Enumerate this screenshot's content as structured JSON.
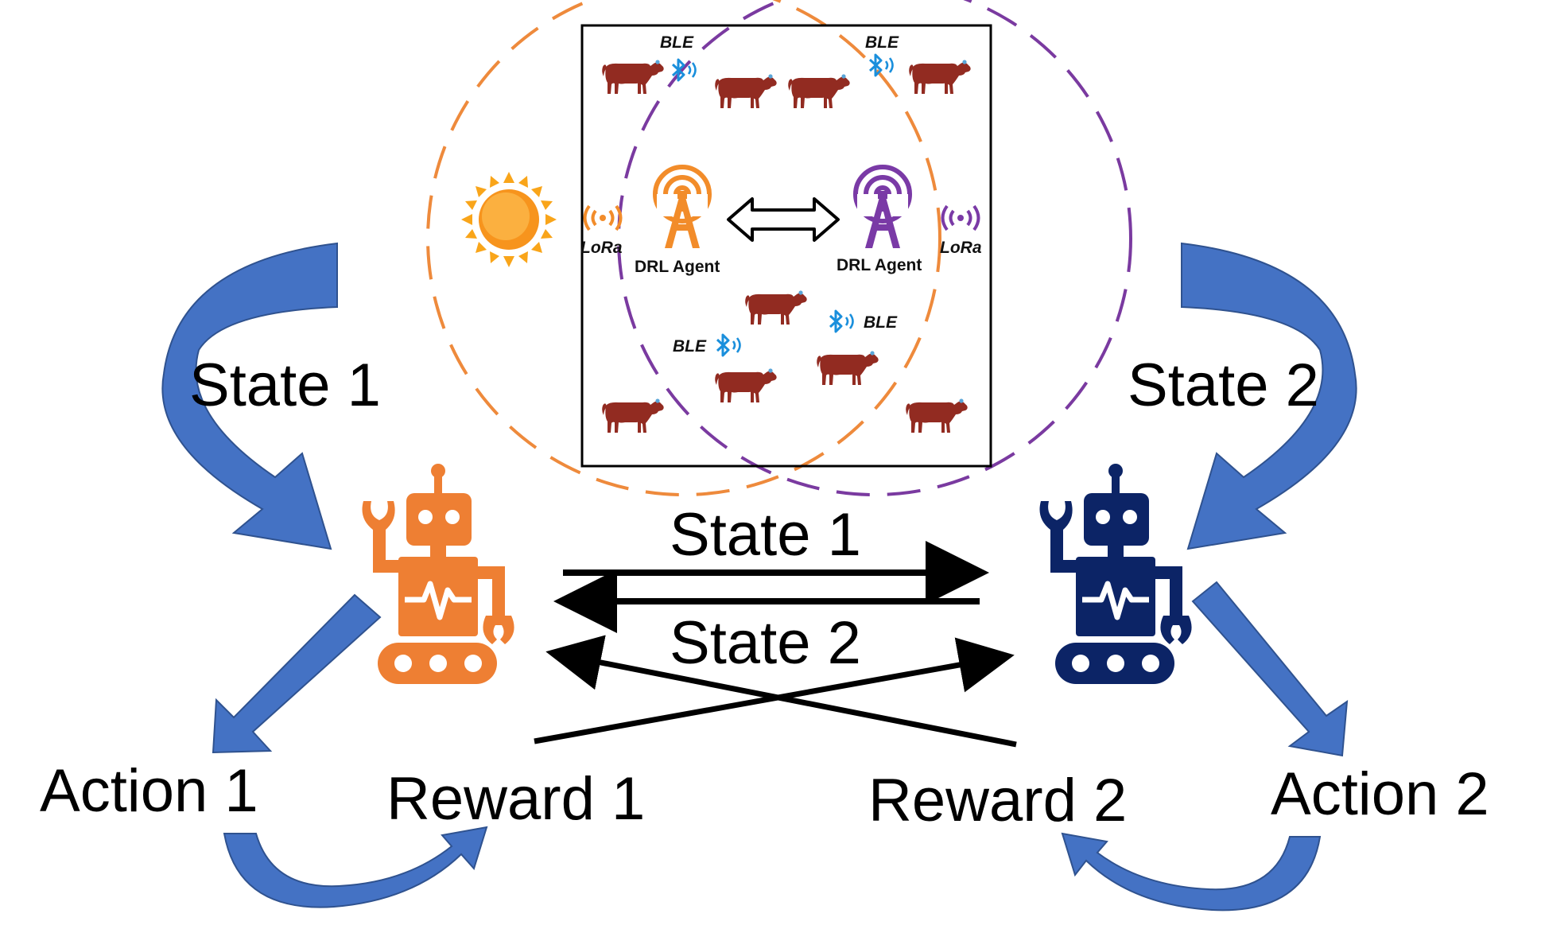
{
  "labels": {
    "state1_left": "State 1",
    "state2_right": "State 2",
    "state1_mid": "State 1",
    "state2_mid": "State 2",
    "action1": "Action 1",
    "action2": "Action 2",
    "reward1": "Reward 1",
    "reward2": "Reward 2"
  },
  "field": {
    "ble": "BLE",
    "lora": "LoRa",
    "agent": "DRL Agent"
  },
  "colors": {
    "agent1": "#ee7f33",
    "agent2": "#0c2466",
    "circle1": "#ee8a3c",
    "circle2": "#7a3aa0",
    "tower1": "#f28c2a",
    "tower2": "#7a3aa6",
    "arrow_blue": "#4472c4",
    "arrow_blue_dark": "#2f528f",
    "cow": "#922b21",
    "bluetooth": "#1a8fdc",
    "sun": "#f9a51a"
  },
  "icons": [
    "sun-icon",
    "cow-icon",
    "bluetooth-icon",
    "lora-signal-icon",
    "radio-tower-icon",
    "robot-icon"
  ]
}
